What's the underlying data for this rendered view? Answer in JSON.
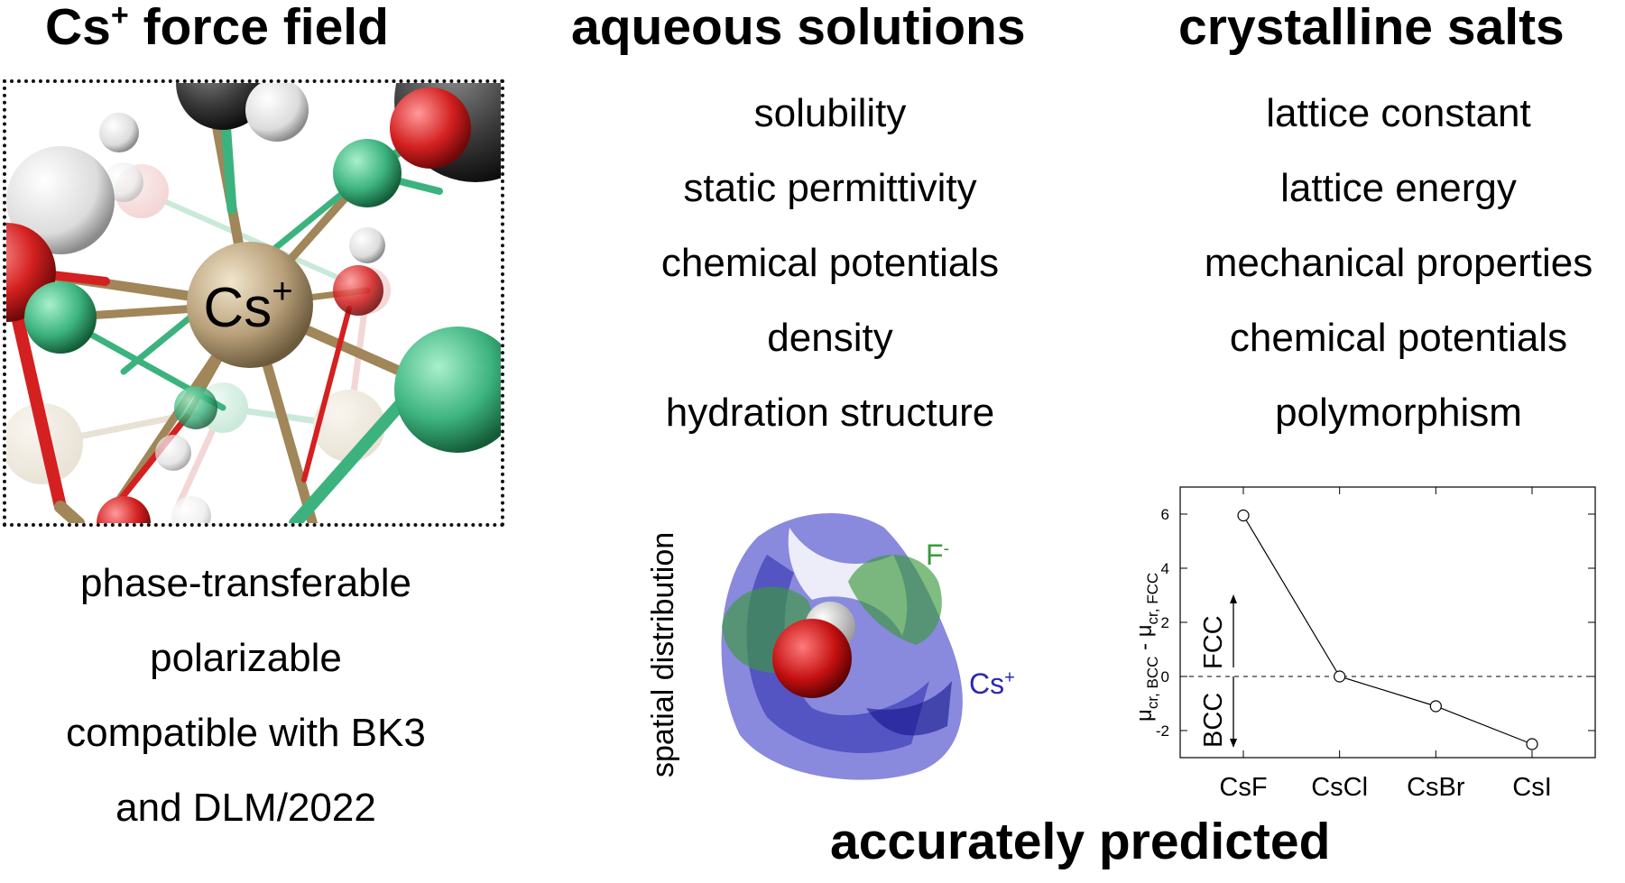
{
  "headings": {
    "force_field": "Cs",
    "force_field_sup": "+",
    "force_field_rest": " force field",
    "aqueous": "aqueous solutions",
    "crystalline": "crystalline salts"
  },
  "molecule": {
    "center_label": "Cs",
    "center_sup": "+",
    "colors": {
      "cesium": "#b8a07a",
      "chloride": "#3cb37f",
      "oxygen": "#d42020",
      "hydrogen": "#e8e8e8",
      "carbon": "#3a3a3a"
    }
  },
  "left_features": [
    "phase-transferable",
    "polarizable",
    "compatible with BK3",
    "and DLM/2022"
  ],
  "aqueous_properties": [
    "solubility",
    "static permittivity",
    "chemical potentials",
    "density",
    "hydration structure"
  ],
  "crystalline_properties": [
    "lattice constant",
    "lattice energy",
    "mechanical properties",
    "chemical potentials",
    "polymorphism"
  ],
  "spatial_distribution": {
    "ylabel": "spatial distribution",
    "fluoride_label": "F",
    "fluoride_sup": "-",
    "cesium_label": "Cs",
    "cesium_sup": "+",
    "colors": {
      "fluoride": "#3c9a3c",
      "cesium": "#2a2ab0"
    }
  },
  "footer": "accurately predicted",
  "chart_data": {
    "type": "line",
    "categories": [
      "CsF",
      "CsCl",
      "CsBr",
      "CsI"
    ],
    "values": [
      5.95,
      0.0,
      -1.1,
      -2.5
    ],
    "ylim": [
      -3,
      7
    ],
    "yticks": [
      -2,
      0,
      2,
      4,
      6
    ],
    "ylabel_main": "μ",
    "ylabel_sub1": "cr, BCC",
    "ylabel_mid": " - μ",
    "ylabel_sub2": "cr, FCC",
    "annot_up": "FCC",
    "annot_down": "BCC",
    "reference_line": 0,
    "grid": false
  }
}
